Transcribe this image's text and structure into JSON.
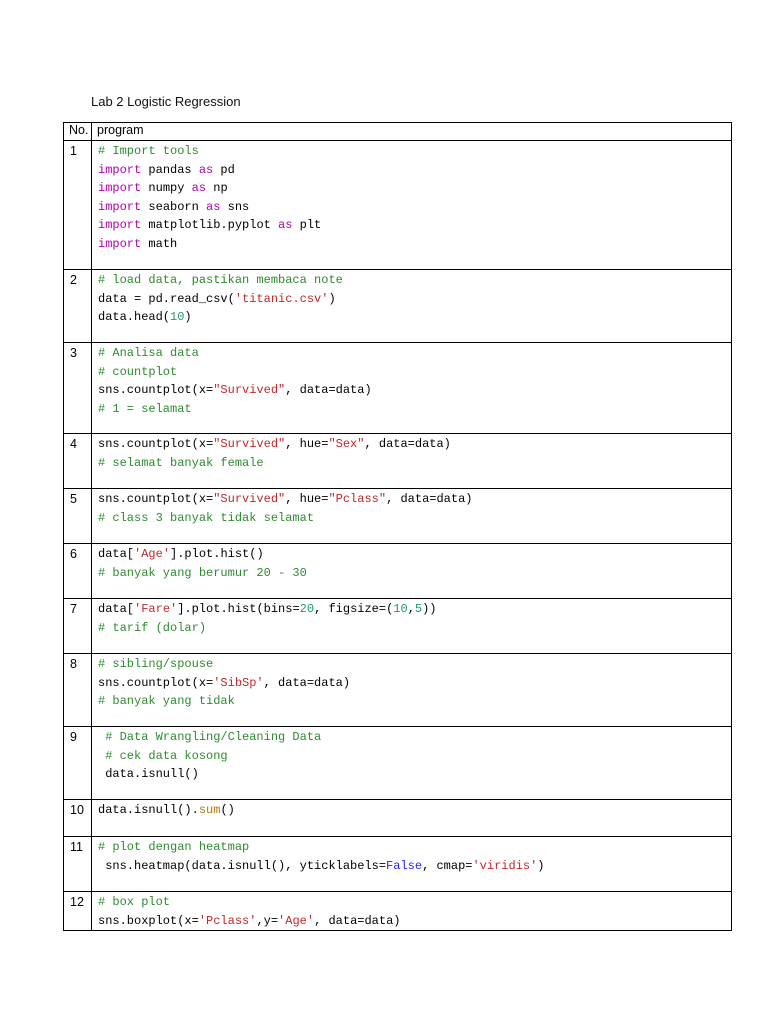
{
  "document": {
    "title": "Lab 2 Logistic Regression"
  },
  "table": {
    "headers": {
      "no": "No.",
      "program": "program"
    },
    "rows": [
      {
        "no": "1",
        "height": 129,
        "lines": [
          [
            {
              "t": "# Import tools",
              "c": "cm"
            }
          ],
          [
            {
              "t": "import",
              "c": "kw"
            },
            {
              "t": " pandas "
            },
            {
              "t": "as",
              "c": "kw"
            },
            {
              "t": " pd"
            }
          ],
          [
            {
              "t": "import",
              "c": "kw"
            },
            {
              "t": " numpy "
            },
            {
              "t": "as",
              "c": "kw"
            },
            {
              "t": " np"
            }
          ],
          [
            {
              "t": "import",
              "c": "kw"
            },
            {
              "t": " seaborn "
            },
            {
              "t": "as",
              "c": "kw"
            },
            {
              "t": " sns"
            }
          ],
          [
            {
              "t": "import",
              "c": "kw"
            },
            {
              "t": " matplotlib.pyplot "
            },
            {
              "t": "as",
              "c": "kw"
            },
            {
              "t": " plt"
            }
          ],
          [
            {
              "t": "import",
              "c": "kw"
            },
            {
              "t": " math"
            }
          ]
        ]
      },
      {
        "no": "2",
        "height": 73,
        "lines": [
          [
            {
              "t": "# load data, pastikan membaca note",
              "c": "cm"
            }
          ],
          [
            {
              "t": "data = pd.read_csv("
            },
            {
              "t": "'titanic.csv'",
              "c": "st"
            },
            {
              "t": ")"
            }
          ],
          [
            {
              "t": "data.head("
            },
            {
              "t": "10",
              "c": "nm"
            },
            {
              "t": ")"
            }
          ]
        ]
      },
      {
        "no": "3",
        "height": 91,
        "lines": [
          [
            {
              "t": "# Analisa data",
              "c": "cm"
            }
          ],
          [
            {
              "t": "# countplot",
              "c": "cm"
            }
          ],
          [
            {
              "t": "sns.countplot(x="
            },
            {
              "t": "\"Survived\"",
              "c": "st"
            },
            {
              "t": ", data=data)"
            }
          ],
          [
            {
              "t": "# 1 = selamat",
              "c": "cm"
            }
          ]
        ]
      },
      {
        "no": "4",
        "height": 55,
        "lines": [
          [
            {
              "t": "sns.countplot(x="
            },
            {
              "t": "\"Survived\"",
              "c": "st"
            },
            {
              "t": ", hue="
            },
            {
              "t": "\"Sex\"",
              "c": "st"
            },
            {
              "t": ", data=data)"
            }
          ],
          [
            {
              "t": "# selamat banyak female",
              "c": "cm"
            }
          ]
        ]
      },
      {
        "no": "5",
        "height": 55,
        "lines": [
          [
            {
              "t": "sns.countplot(x="
            },
            {
              "t": "\"Survived\"",
              "c": "st"
            },
            {
              "t": ", hue="
            },
            {
              "t": "\"Pclass\"",
              "c": "st"
            },
            {
              "t": ", data=data)"
            }
          ],
          [
            {
              "t": "# class 3 banyak tidak selamat",
              "c": "cm"
            }
          ]
        ]
      },
      {
        "no": "6",
        "height": 55,
        "lines": [
          [
            {
              "t": "data["
            },
            {
              "t": "'Age'",
              "c": "st"
            },
            {
              "t": "].plot.hist()"
            }
          ],
          [
            {
              "t": "# banyak yang berumur 20 - 30",
              "c": "cm"
            }
          ]
        ]
      },
      {
        "no": "7",
        "height": 55,
        "lines": [
          [
            {
              "t": "data["
            },
            {
              "t": "'Fare'",
              "c": "st"
            },
            {
              "t": "].plot.hist(bins="
            },
            {
              "t": "20",
              "c": "nm"
            },
            {
              "t": ", figsize=("
            },
            {
              "t": "10",
              "c": "nm"
            },
            {
              "t": ","
            },
            {
              "t": "5",
              "c": "nm"
            },
            {
              "t": "))"
            }
          ],
          [
            {
              "t": "# tarif (dolar)",
              "c": "cm"
            }
          ]
        ]
      },
      {
        "no": "8",
        "height": 73,
        "lines": [
          [
            {
              "t": "# sibling/spouse",
              "c": "cm"
            }
          ],
          [
            {
              "t": "sns.countplot(x="
            },
            {
              "t": "'SibSp'",
              "c": "st"
            },
            {
              "t": ", data=data)"
            }
          ],
          [
            {
              "t": "# banyak yang tidak",
              "c": "cm"
            }
          ]
        ]
      },
      {
        "no": "9",
        "height": 73,
        "lines": [
          [
            {
              "t": " "
            },
            {
              "t": "# Data Wrangling/Cleaning Data",
              "c": "cm"
            }
          ],
          [
            {
              "t": " "
            },
            {
              "t": "# cek data kosong",
              "c": "cm"
            }
          ],
          [
            {
              "t": " data.isnull()"
            }
          ]
        ]
      },
      {
        "no": "10",
        "height": 37,
        "lines": [
          [
            {
              "t": "data.isnull()."
            },
            {
              "t": "sum",
              "c": "bi"
            },
            {
              "t": "()"
            }
          ]
        ]
      },
      {
        "no": "11",
        "height": 55,
        "lines": [
          [
            {
              "t": "# plot dengan heatmap",
              "c": "cm"
            }
          ],
          [
            {
              "t": " sns.heatmap(data.isnull(), yticklabels="
            },
            {
              "t": "False",
              "c": "bl"
            },
            {
              "t": ", cmap="
            },
            {
              "t": "'viridis'",
              "c": "st"
            },
            {
              "t": ")"
            }
          ]
        ]
      },
      {
        "no": "12",
        "height": 37,
        "lines": [
          [
            {
              "t": "# box plot",
              "c": "cm"
            }
          ],
          [
            {
              "t": "sns.boxplot(x="
            },
            {
              "t": "'Pclass'",
              "c": "st"
            },
            {
              "t": ",y="
            },
            {
              "t": "'Age'",
              "c": "st"
            },
            {
              "t": ", data=data)"
            }
          ]
        ]
      }
    ]
  },
  "colors": {
    "comment": "#2e8b2e",
    "keyword": "#b000b0",
    "string": "#c0282a",
    "number": "#1e9a78",
    "builtin": "#b07a00",
    "constant": "#1f1fff"
  }
}
